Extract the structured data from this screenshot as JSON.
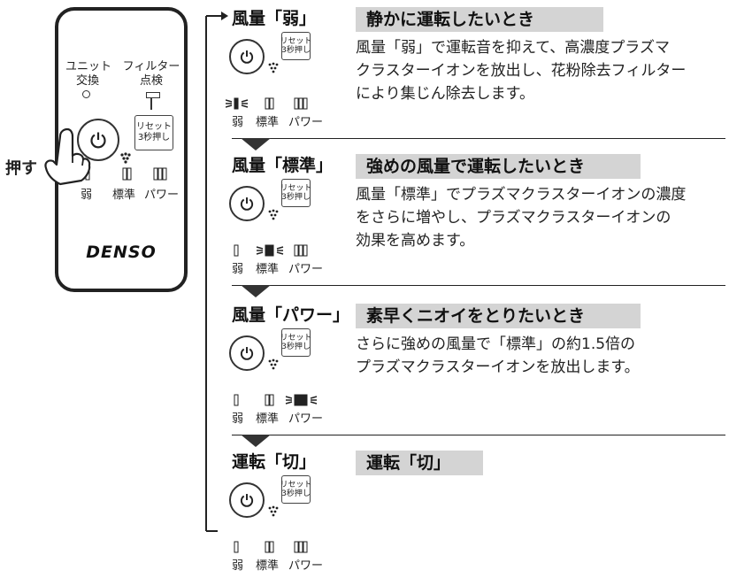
{
  "remote": {
    "unit_label": "ユニット\n交換",
    "filter_label": "フィルター\n点検",
    "reset_label": "リセット\n3秒押し",
    "levels": [
      "弱",
      "標準",
      "パワー"
    ],
    "brand": "DENSO",
    "press_label": "押す"
  },
  "steps": [
    {
      "heading": "風量「弱」",
      "title": "静かに運転したいとき",
      "desc": [
        "風量「弱」で運転音を抑えて、高濃度プラズマ",
        "クラスターイオンを放出し、花粉除去フィルター",
        "により集じん除去します。"
      ],
      "active": 0
    },
    {
      "heading": "風量「標準」",
      "title": "強めの風量で運転したいとき",
      "desc": [
        "風量「標準」でプラズマクラスターイオンの濃度",
        "をさらに増やし、プラズマクラスターイオンの",
        "効果を高めます。"
      ],
      "active": 1
    },
    {
      "heading": "風量「パワー」",
      "title": "素早くニオイをとりたいとき",
      "desc": [
        "さらに強めの風量で「標準」の約1.5倍の",
        "プラズマクラスターイオンを放出します。"
      ],
      "active": 2
    },
    {
      "heading": "運転「切」",
      "title": "運転「切」",
      "desc": [],
      "active": -1
    }
  ]
}
